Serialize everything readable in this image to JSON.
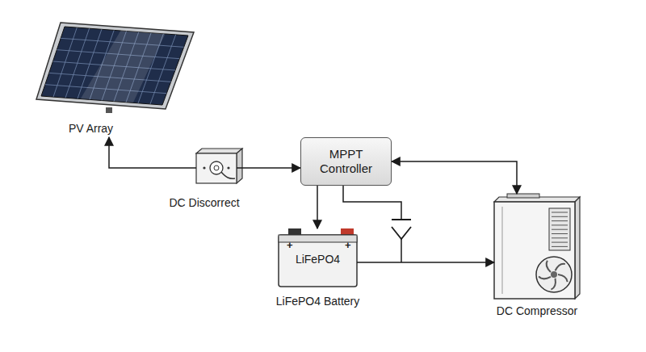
{
  "diagram": {
    "nodes": [
      {
        "text": [
          "PV Array"
        ]
      },
      {
        "text": [
          "DC Discorrect"
        ]
      },
      {
        "text": [
          "MPPT Controller"
        ]
      },
      {
        "text": [
          "LiFePO4",
          "LiFePO4 Battery"
        ]
      },
      {
        "text": [
          "DC Compressor"
        ]
      }
    ],
    "edges": [
      {
        "from": 1,
        "to": 0,
        "arrow": "to"
      },
      {
        "from": 1,
        "to": 2,
        "arrow": "to"
      },
      {
        "from": 2,
        "to": 3,
        "arrow": "to"
      },
      {
        "from": 4,
        "to": 2,
        "arrow": "both"
      },
      {
        "from": 3,
        "to": 4,
        "arrow": "to"
      }
    ],
    "labels": [
      "+",
      "+"
    ]
  }
}
